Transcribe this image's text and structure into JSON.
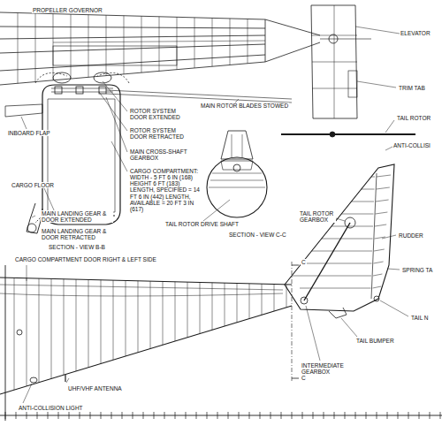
{
  "diagram": {
    "labels": [
      "PROPELLER GOVERNOR",
      "ELEVATOR",
      "TRIM TAB",
      "TAIL ROTOR",
      "ANTI-COLLISI",
      "MAIN ROTOR BLADES STOWED",
      "ROTOR SYSTEM DOOR EXTENDED",
      "ROTOR SYSTEM DOOR RETRACTED",
      "MAIN CROSS-SHAFT GEARBOX",
      "CARGO COMPARTMENT: WIDTH - 5 FT 6 IN (168) HEIGHT 6 FT (183) LENGTH, SPECIFIED = 14 FT 6 IN (442) LENGTH, AVAILABLE = 20 FT 3 IN (617)",
      "INBOARD FLAP",
      "CARGO FLOOR",
      "MAIN LANDING GEAR & DOOR EXTENDED",
      "MAIN LANDING GEAR & DOOR RETRACTED",
      "SECTION - VIEW B-B",
      "SECTION - VIEW C-C",
      "TAIL ROTOR DRIVE SHAFT",
      "TAIL ROTOR GEARBOX",
      "RUDDER",
      "SPRING TA",
      "TAIL N",
      "TAIL BUMPER",
      "INTERMEDIATE GEARBOX",
      "CARGO COMPARTMENT DOOR RIGHT & LEFT SIDE",
      "UHF/VHF ANTENNA",
      "ANTI-COLLISION LIGHT",
      "C",
      "C"
    ]
  }
}
